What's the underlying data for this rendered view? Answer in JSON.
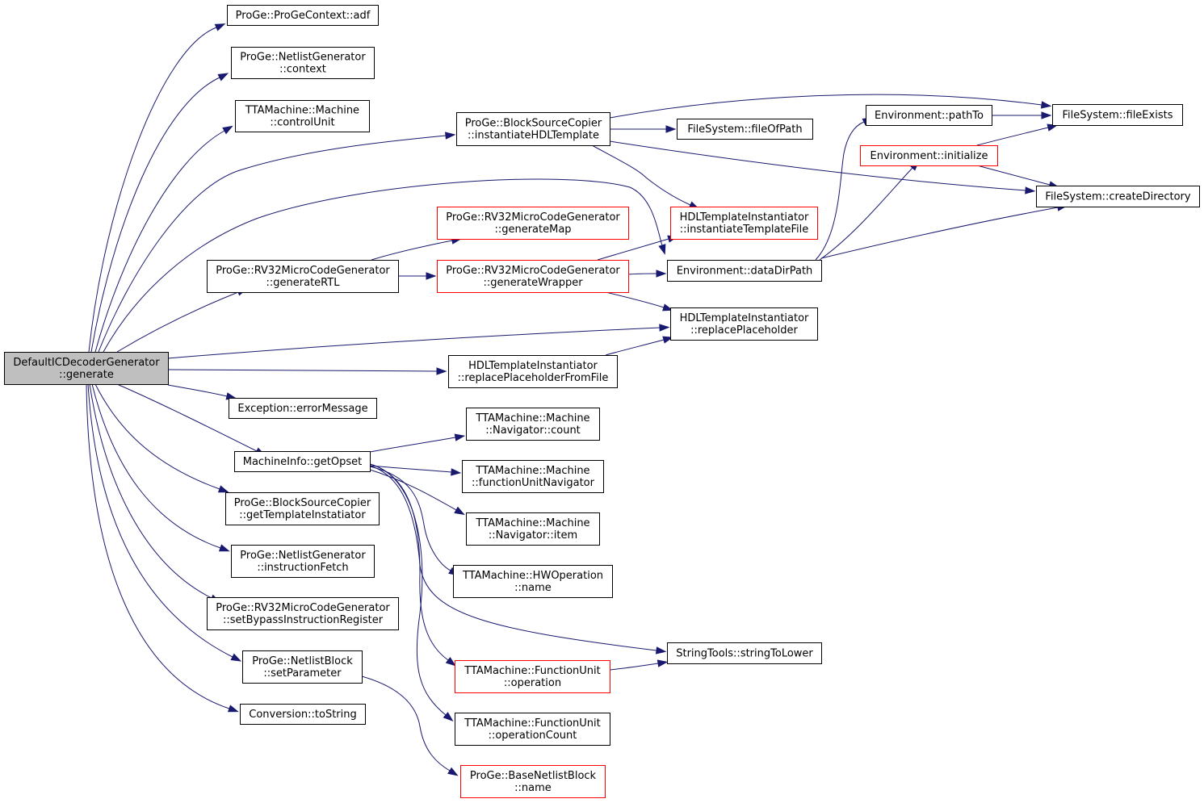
{
  "colors": {
    "edge": "#191970",
    "node_border": "#000000",
    "truncated_node_border": "#ff0000",
    "root_fill": "#bfbfbf",
    "background": "#ffffff"
  },
  "nodes": [
    {
      "id": "root",
      "lines": [
        "DefaultICDecoderGenerator",
        "::generate"
      ],
      "root": true
    },
    {
      "id": "adf",
      "lines": [
        "ProGe::ProGeContext::adf"
      ]
    },
    {
      "id": "ng_context",
      "lines": [
        "ProGe::NetlistGenerator",
        "::context"
      ]
    },
    {
      "id": "control_unit",
      "lines": [
        "TTAMachine::Machine",
        "::controlUnit"
      ]
    },
    {
      "id": "inst_hdl",
      "lines": [
        "ProGe::BlockSourceCopier",
        "::instantiateHDLTemplate"
      ]
    },
    {
      "id": "file_of_path",
      "lines": [
        "FileSystem::fileOfPath"
      ]
    },
    {
      "id": "path_to",
      "lines": [
        "Environment::pathTo"
      ]
    },
    {
      "id": "env_init",
      "lines": [
        "Environment::initialize"
      ],
      "truncated": true
    },
    {
      "id": "file_exists",
      "lines": [
        "FileSystem::fileExists"
      ]
    },
    {
      "id": "create_dir",
      "lines": [
        "FileSystem::createDirectory"
      ]
    },
    {
      "id": "gen_map",
      "lines": [
        "ProGe::RV32MicroCodeGenerator",
        "::generateMap"
      ],
      "truncated": true
    },
    {
      "id": "inst_tmpl_file",
      "lines": [
        "HDLTemplateInstantiator",
        "::instantiateTemplateFile"
      ],
      "truncated": true
    },
    {
      "id": "gen_rtl",
      "lines": [
        "ProGe::RV32MicroCodeGenerator",
        "::generateRTL"
      ]
    },
    {
      "id": "gen_wrapper",
      "lines": [
        "ProGe::RV32MicroCodeGenerator",
        "::generateWrapper"
      ],
      "truncated": true
    },
    {
      "id": "data_dir",
      "lines": [
        "Environment::dataDirPath"
      ]
    },
    {
      "id": "replace_ph",
      "lines": [
        "HDLTemplateInstantiator",
        "::replacePlaceholder"
      ]
    },
    {
      "id": "replace_ph_file",
      "lines": [
        "HDLTemplateInstantiator",
        "::replacePlaceholderFromFile"
      ]
    },
    {
      "id": "err_msg",
      "lines": [
        "Exception::errorMessage"
      ]
    },
    {
      "id": "nav_count",
      "lines": [
        "TTAMachine::Machine",
        "::Navigator::count"
      ]
    },
    {
      "id": "get_opset",
      "lines": [
        "MachineInfo::getOpset"
      ]
    },
    {
      "id": "fu_nav",
      "lines": [
        "TTAMachine::Machine",
        "::functionUnitNavigator"
      ]
    },
    {
      "id": "get_tmpl",
      "lines": [
        "ProGe::BlockSourceCopier",
        "::getTemplateInstatiator"
      ]
    },
    {
      "id": "nav_item",
      "lines": [
        "TTAMachine::Machine",
        "::Navigator::item"
      ]
    },
    {
      "id": "instr_fetch",
      "lines": [
        "ProGe::NetlistGenerator",
        "::instructionFetch"
      ]
    },
    {
      "id": "hwop_name",
      "lines": [
        "TTAMachine::HWOperation",
        "::name"
      ]
    },
    {
      "id": "set_bypass",
      "lines": [
        "ProGe::RV32MicroCodeGenerator",
        "::setBypassInstructionRegister"
      ]
    },
    {
      "id": "str_lower",
      "lines": [
        "StringTools::stringToLower"
      ]
    },
    {
      "id": "set_param",
      "lines": [
        "ProGe::NetlistBlock",
        "::setParameter"
      ]
    },
    {
      "id": "fu_operation",
      "lines": [
        "TTAMachine::FunctionUnit",
        "::operation"
      ],
      "truncated": true
    },
    {
      "id": "to_string",
      "lines": [
        "Conversion::toString"
      ]
    },
    {
      "id": "fu_opcount",
      "lines": [
        "TTAMachine::FunctionUnit",
        "::operationCount"
      ]
    },
    {
      "id": "base_name",
      "lines": [
        "ProGe::BaseNetlistBlock",
        "::name"
      ],
      "truncated": true
    }
  ],
  "edges": [
    [
      "root",
      "adf"
    ],
    [
      "root",
      "ng_context"
    ],
    [
      "root",
      "control_unit"
    ],
    [
      "root",
      "inst_hdl"
    ],
    [
      "root",
      "data_dir"
    ],
    [
      "root",
      "gen_rtl"
    ],
    [
      "root",
      "replace_ph"
    ],
    [
      "root",
      "replace_ph_file"
    ],
    [
      "root",
      "err_msg"
    ],
    [
      "root",
      "get_opset"
    ],
    [
      "root",
      "get_tmpl"
    ],
    [
      "root",
      "instr_fetch"
    ],
    [
      "root",
      "set_bypass"
    ],
    [
      "root",
      "set_param"
    ],
    [
      "root",
      "to_string"
    ],
    [
      "inst_hdl",
      "file_exists"
    ],
    [
      "inst_hdl",
      "file_of_path"
    ],
    [
      "inst_hdl",
      "create_dir"
    ],
    [
      "inst_hdl",
      "inst_tmpl_file"
    ],
    [
      "path_to",
      "file_exists"
    ],
    [
      "env_init",
      "file_exists"
    ],
    [
      "env_init",
      "create_dir"
    ],
    [
      "data_dir",
      "path_to"
    ],
    [
      "data_dir",
      "env_init"
    ],
    [
      "data_dir",
      "create_dir"
    ],
    [
      "gen_rtl",
      "gen_map"
    ],
    [
      "gen_rtl",
      "gen_wrapper"
    ],
    [
      "gen_wrapper",
      "inst_tmpl_file"
    ],
    [
      "gen_wrapper",
      "data_dir"
    ],
    [
      "gen_wrapper",
      "replace_ph"
    ],
    [
      "replace_ph_file",
      "replace_ph"
    ],
    [
      "get_opset",
      "nav_count"
    ],
    [
      "get_opset",
      "fu_nav"
    ],
    [
      "get_opset",
      "nav_item"
    ],
    [
      "get_opset",
      "hwop_name"
    ],
    [
      "get_opset",
      "str_lower"
    ],
    [
      "get_opset",
      "fu_operation"
    ],
    [
      "get_opset",
      "fu_opcount"
    ],
    [
      "fu_operation",
      "str_lower"
    ],
    [
      "set_param",
      "base_name"
    ]
  ]
}
